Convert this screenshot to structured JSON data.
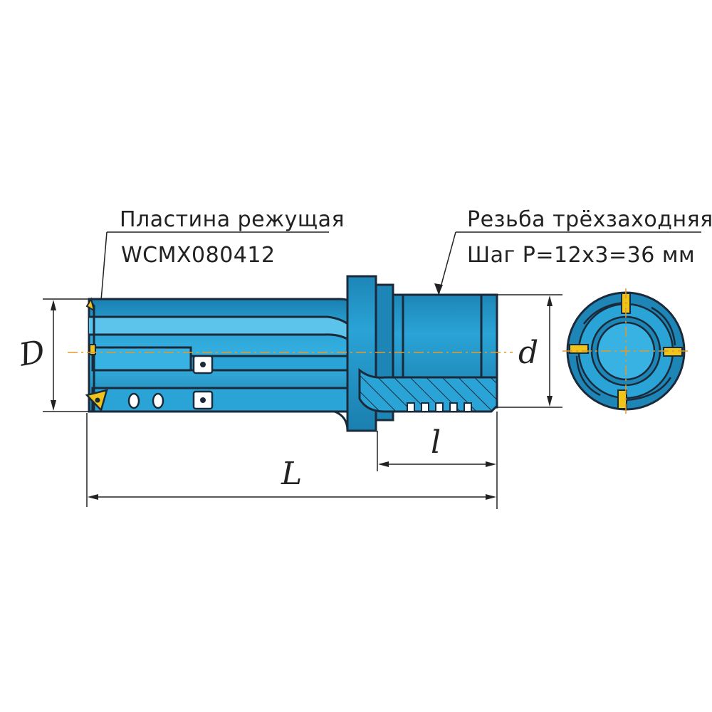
{
  "callouts": {
    "insert": {
      "line1": "Пластина режущая",
      "line2": "WCMX080412"
    },
    "thread": {
      "line1": "Резьба трёхзаходняя",
      "line2": "Шаг P=12x3=36 мм"
    }
  },
  "dimensions": {
    "D": "D",
    "d": "d",
    "l": "l",
    "L": "L"
  },
  "colors": {
    "body": "#2aa3d6",
    "body_dark": "#1a7fae",
    "body_light": "#5cc4ea",
    "outline": "#1b2a3a",
    "insert": "#f0c419",
    "axis": "#e39a2b"
  }
}
